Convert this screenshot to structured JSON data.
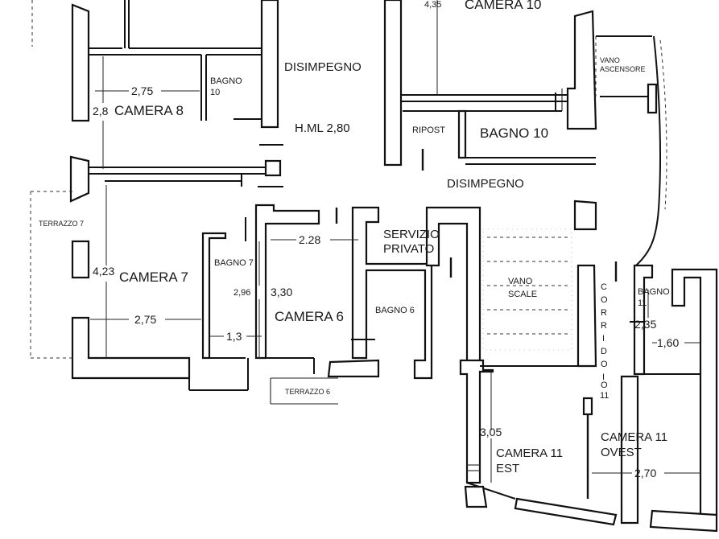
{
  "rooms": {
    "camera_10": "CAMERA 10",
    "camera_8": "CAMERA 8",
    "camera_7": "CAMERA 7",
    "camera_6": "CAMERA 6",
    "camera_11_est_line1": "CAMERA 11",
    "camera_11_est_line2": "EST",
    "camera_11_ovest_line1": "CAMERA 11",
    "camera_11_ovest_line2": "OVEST",
    "bagno_10_small_line1": "BAGNO",
    "bagno_10_small_line2": "10",
    "bagno_10": "BAGNO 10",
    "bagno_7": "BAGNO 7",
    "bagno_6": "BAGNO 6",
    "bagno_11_line1": "BAGNO",
    "bagno_11_line2": "11",
    "disimpegno_top": "DISIMPEGNO",
    "disimpegno_mid": "DISIMPEGNO",
    "ripost": "RIPOST",
    "servizio_privato_line1": "SERVIZIO",
    "servizio_privato_line2": "PRIVATO",
    "vano_scale_line1": "VANO",
    "vano_scale_line2": "SCALE",
    "vano_ascensore_line1": "VANO",
    "vano_ascensore_line2": "ASCENSORE",
    "terrazzo_7": "TERRAZZO 7",
    "terrazzo_6": "TERRAZZO 6",
    "corridoio_letters": [
      "C",
      "O",
      "R",
      "R",
      "I",
      "D",
      "O",
      "I",
      "O"
    ],
    "corridoio_number": "11"
  },
  "notes": {
    "height": "H.ML 2,80"
  },
  "dimensions": {
    "camera_10_top": "4,35",
    "camera_8_width": "2,75",
    "camera_8_height": "2,8",
    "camera_7_height": "4,23",
    "camera_7_width": "2,75",
    "bagno_7_width": "1,3",
    "bagno_7_height": "2,96",
    "camera_6_width": "2.28",
    "camera_6_height": "3,30",
    "bagno_11_height": "2,35",
    "bagno_11_width": "1,60",
    "camera_11_est_height": "3,05",
    "camera_11_ovest_width": "2,70"
  }
}
